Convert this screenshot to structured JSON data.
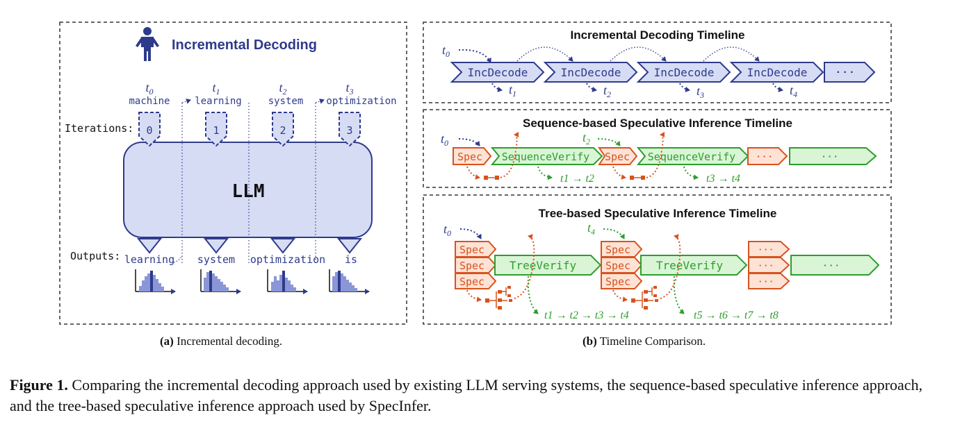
{
  "panel_a": {
    "title": "Incremental Decoding",
    "iterations_label": "Iterations:",
    "outputs_label": "Outputs:",
    "llm_label": "LLM",
    "steps": [
      {
        "t": "t",
        "sub": "0",
        "input": "machine",
        "iter": "0",
        "output": "learning"
      },
      {
        "t": "t",
        "sub": "1",
        "input": "learning",
        "iter": "1",
        "output": "system"
      },
      {
        "t": "t",
        "sub": "2",
        "input": "system",
        "iter": "2",
        "output": "optimization"
      },
      {
        "t": "t",
        "sub": "3",
        "input": "optimization",
        "iter": "3",
        "output": "is"
      }
    ],
    "caption_label": "(a)",
    "caption_text": " Incremental decoding."
  },
  "panel_b": {
    "caption_label": "(b)",
    "caption_text": " Timeline Comparison.",
    "incremental": {
      "title": "Incremental Decoding Timeline",
      "block_label": "IncDecode",
      "ellipsis": "· · ·",
      "start": {
        "t": "t",
        "sub": "0"
      },
      "outputs": [
        {
          "t": "t",
          "sub": "1"
        },
        {
          "t": "t",
          "sub": "2"
        },
        {
          "t": "t",
          "sub": "3"
        },
        {
          "t": "t",
          "sub": "4"
        }
      ]
    },
    "sequence": {
      "title": "Sequence-based Speculative Inference Timeline",
      "spec_label": "Spec",
      "verify_label": "SequenceVerify",
      "ellipsis": "· · ·",
      "starts": [
        {
          "t": "t",
          "sub": "0"
        },
        {
          "t": "t",
          "sub": "2"
        }
      ],
      "outputs": [
        "t1 → t2",
        "t3 → t4"
      ]
    },
    "tree": {
      "title": "Tree-based Speculative Inference Timeline",
      "spec_label": "Spec",
      "verify_label": "TreeVerify",
      "ellipsis": "· · ·",
      "starts": [
        {
          "t": "t",
          "sub": "0"
        },
        {
          "t": "t",
          "sub": "4"
        }
      ],
      "outputs": [
        "t1 → t2 → t3 → t4",
        "t5 → t6 → t7 → t8"
      ]
    }
  },
  "figure_caption": {
    "label": "Figure 1.",
    "text": " Comparing the incremental decoding approach used by existing LLM serving systems, the sequence-based speculative inference approach, and the tree-based speculative inference approach used by SpecInfer."
  },
  "colors": {
    "blue_dark": "#2e3a8c",
    "blue_fill": "#d6dcf4",
    "green": "#2e9d2e",
    "green_fill": "#d9f5d6",
    "orange": "#d8521c",
    "orange_fill": "#fde3d6"
  }
}
